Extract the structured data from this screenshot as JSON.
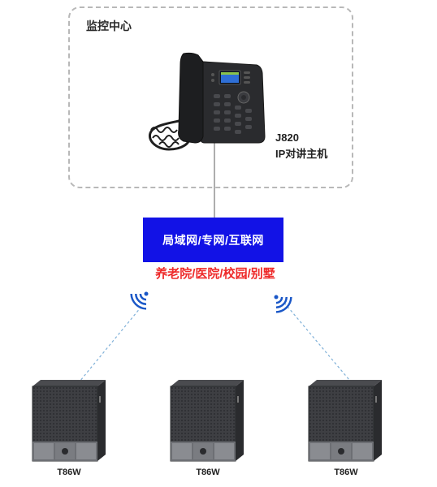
{
  "monitoring_center": {
    "title": "监控中心"
  },
  "master_phone": {
    "model": "J820",
    "description": "IP对讲主机"
  },
  "network": {
    "label": "局域网/专网/互联网"
  },
  "scenarios": {
    "label": "养老院/医院/校园/别墅"
  },
  "devices": [
    {
      "label": "T86W"
    },
    {
      "label": "T86W"
    },
    {
      "label": "T86W"
    }
  ],
  "colors": {
    "network_box": "#1212e6",
    "scenario_text": "#ee2a2a",
    "wifi_left": "#1a57c7",
    "wifi_right": "#1a57c7",
    "device_body": "#3b3c40"
  },
  "icons": [
    "wifi-left-icon",
    "wifi-right-icon"
  ]
}
